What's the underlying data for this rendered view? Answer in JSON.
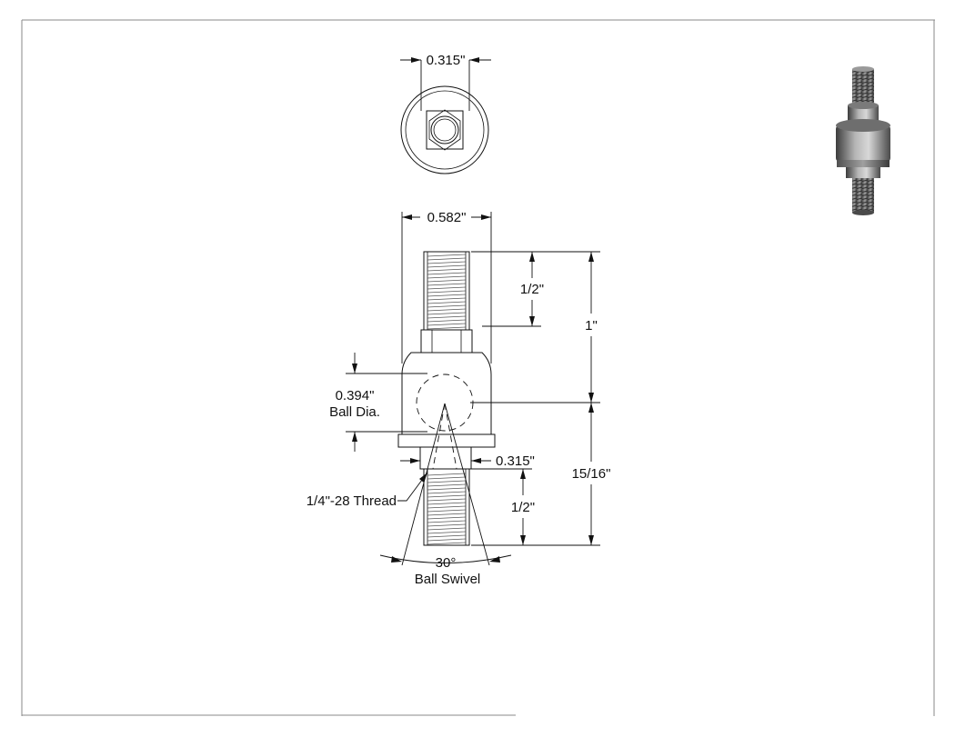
{
  "dimensions": {
    "top_view_hex": "0.315\"",
    "overall_width": "0.582\"",
    "upper_thread_length": "1/2\"",
    "upper_total_length": "1\"",
    "ball_diameter_value": "0.394\"",
    "ball_diameter_label": "Ball Dia.",
    "lower_hex": "0.315\"",
    "lower_total_length": "15/16\"",
    "lower_thread_length": "1/2\"",
    "thread_spec": "1/4\"-28 Thread",
    "swivel_angle": "30°",
    "swivel_label": "Ball Swivel"
  },
  "colors": {
    "line": "#111111",
    "frame": "#8a8a8a",
    "part_body": "#8c8c8c",
    "part_shadow": "#4a4a4a"
  }
}
